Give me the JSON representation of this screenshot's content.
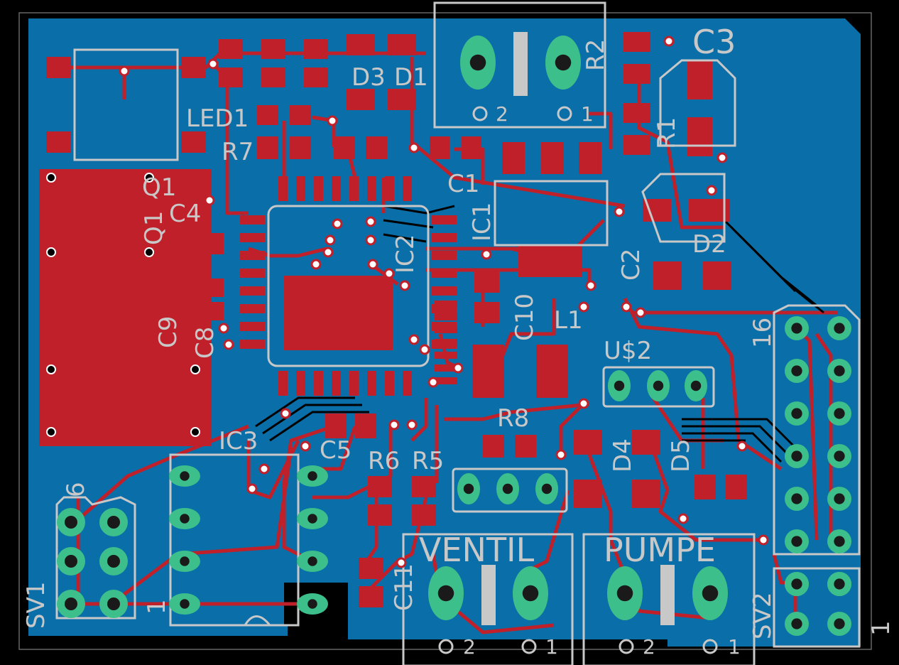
{
  "colors": {
    "background": "#000000",
    "copper_bottom": "#0a6ea8",
    "copper_top": "#c0202a",
    "silkscreen": "#c8c8c8",
    "pad": "#3cbf8a",
    "drill": "#1a1a1a"
  },
  "components": {
    "led1": "LED1",
    "r7": "R7",
    "d3": "D3",
    "d1": "D1",
    "r2": "R2",
    "c3": "C3",
    "r1": "R1",
    "c1": "C1",
    "q1": "Q1",
    "q1_upper": "Q1",
    "c4": "C4",
    "c9": "C9",
    "c8": "C8",
    "ic1": "IC1",
    "ic2": "IC2",
    "c2": "C2",
    "d2": "D2",
    "c10": "C10",
    "l1": "L1",
    "u2": "U$2",
    "ic3": "IC3",
    "c5": "C5",
    "r8": "R8",
    "r6": "R6",
    "r5": "R5",
    "d4": "D4",
    "d5": "D5",
    "c11": "C11",
    "sv1": "SV1",
    "sv2": "SV2"
  },
  "labels": {
    "ventil": "VENTIL",
    "pumpe": "PUMPE",
    "pin1": "1",
    "pin2": "2",
    "pin6": "6",
    "pin16": "16",
    "pin1_alt": "1"
  },
  "terminals": {
    "top": {
      "pin_a": "2",
      "pin_b": "1"
    },
    "ventil": {
      "pin_a": "2",
      "pin_b": "1"
    },
    "pumpe": {
      "pin_a": "2",
      "pin_b": "1"
    }
  }
}
